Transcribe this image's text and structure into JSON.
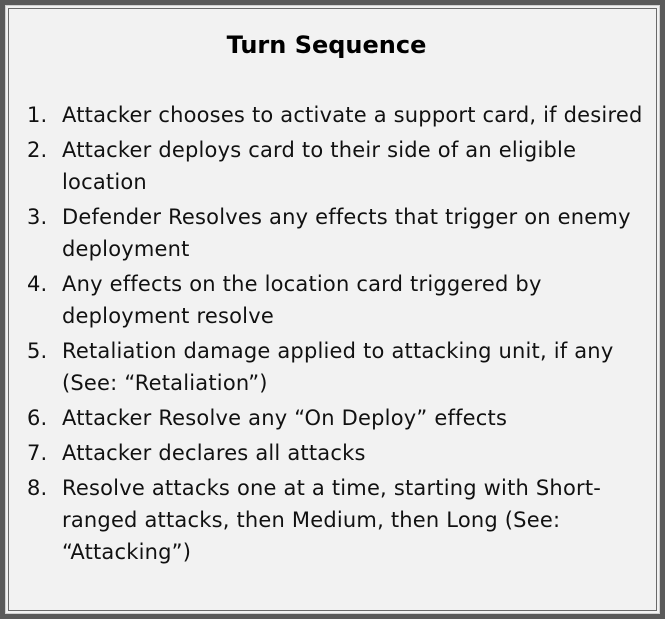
{
  "title": "Turn Sequence",
  "items": [
    {
      "num": "1.",
      "text": "Attacker chooses to activate a support card, if desired"
    },
    {
      "num": "2.",
      "text": "Attacker deploys card to their side of an eligible location"
    },
    {
      "num": "3.",
      "text": "Defender Resolves any effects that trigger on enemy deployment"
    },
    {
      "num": "4.",
      "text": "Any effects on the location card triggered by deployment resolve"
    },
    {
      "num": "5.",
      "text": "Retaliation damage applied to attacking unit, if any (See: “Retaliation”)"
    },
    {
      "num": "6.",
      "text": "Attacker Resolve any “On Deploy” effects"
    },
    {
      "num": "7.",
      "text": "Attacker declares all attacks"
    },
    {
      "num": "8.",
      "text": "Resolve attacks one at a time, starting with Short-ranged attacks, then Medium, then Long (See: “Attacking”)"
    }
  ]
}
